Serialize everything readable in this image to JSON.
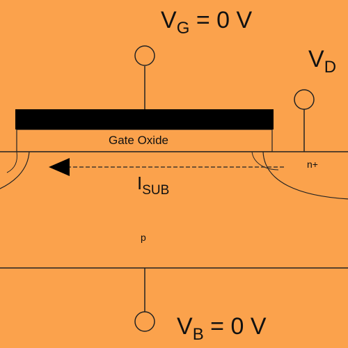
{
  "gate_voltage": {
    "symbol": "V",
    "subscript": "G",
    "value": "= 0 V"
  },
  "drain_voltage": {
    "symbol": "V",
    "subscript": "D"
  },
  "bulk_voltage": {
    "symbol": "V",
    "subscript": "B",
    "value": "= 0 V"
  },
  "gate_oxide_label": "Gate Oxide",
  "drain_region_label": "n+",
  "substrate_label": "p",
  "substrate_current": {
    "symbol": "I",
    "subscript": "SUB"
  },
  "colors": {
    "background": "#FBA24C",
    "substrate": "#FBA24C",
    "gate_metal": "#000000",
    "lines": "#222222"
  }
}
